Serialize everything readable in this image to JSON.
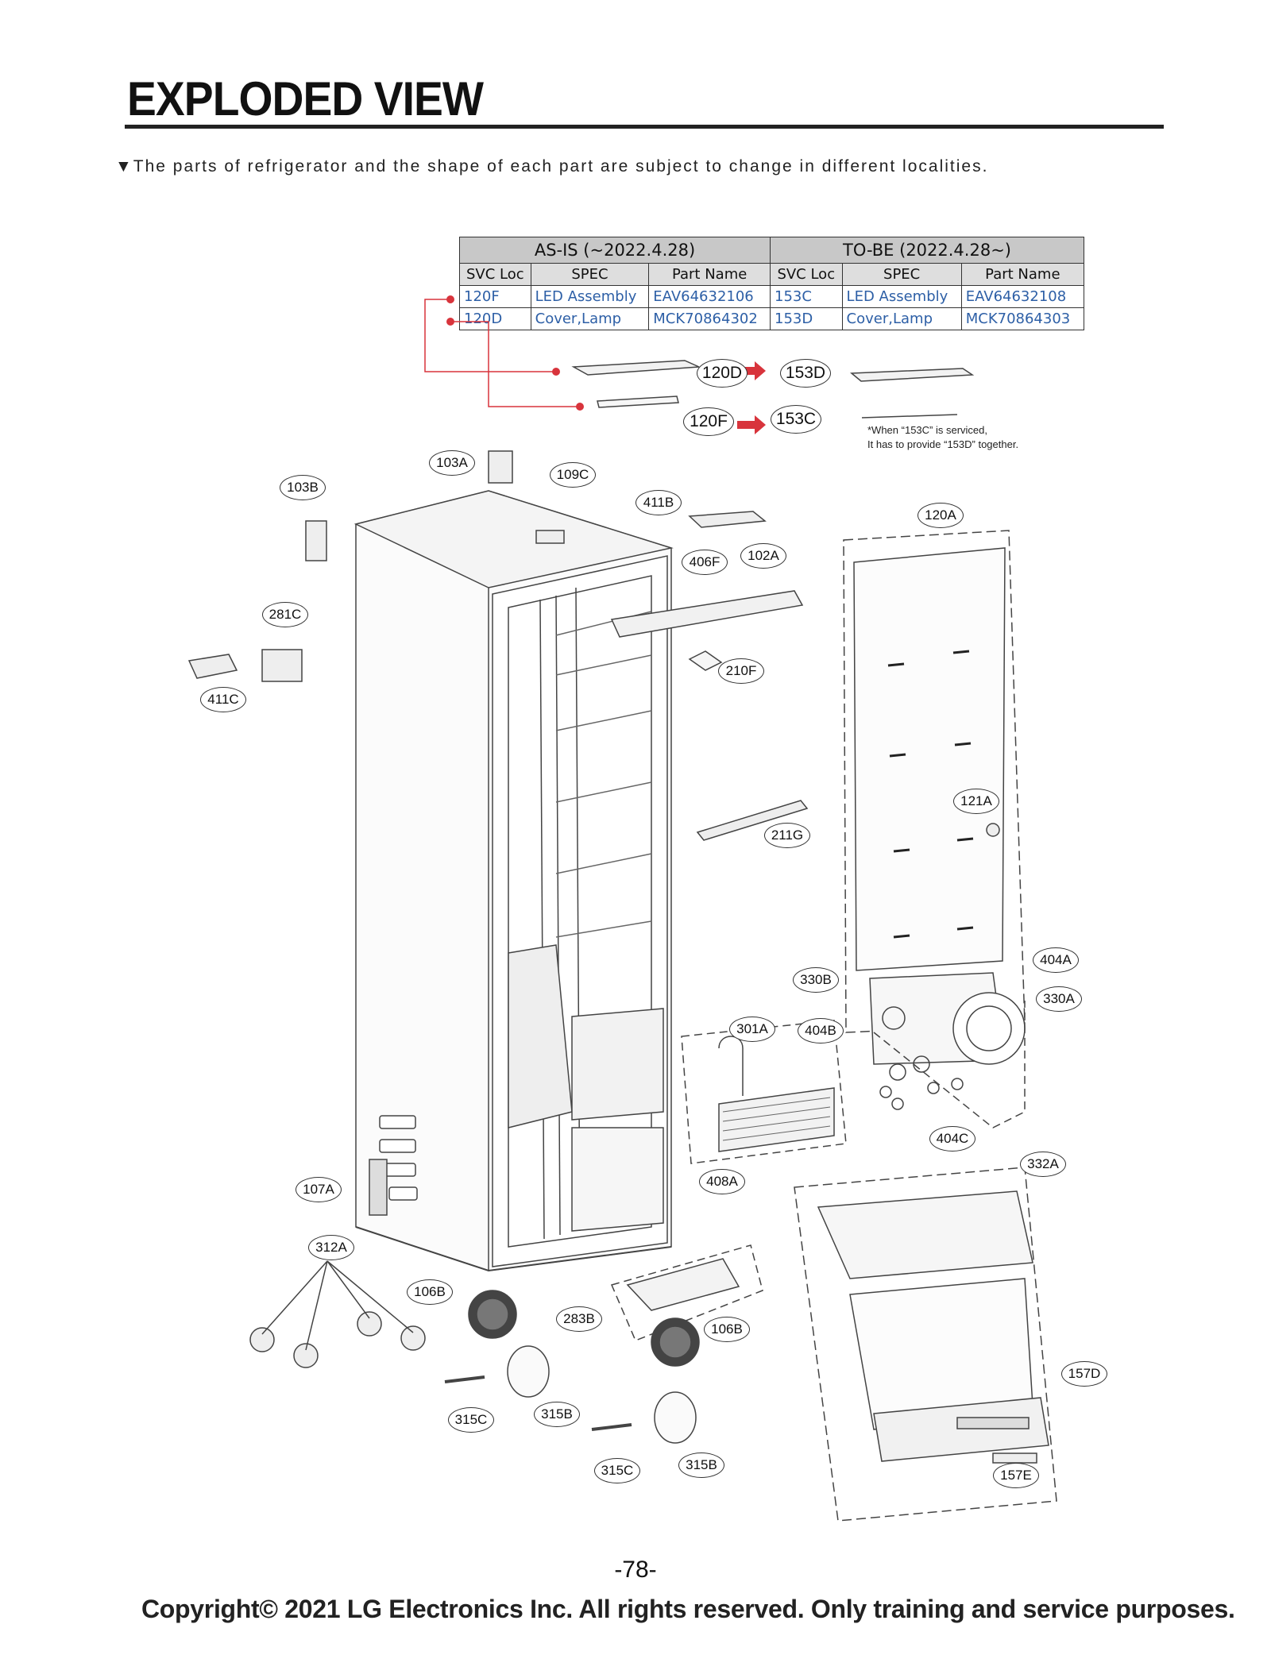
{
  "header": {
    "title": "EXPLODED VIEW",
    "note": "▼The parts of refrigerator and the shape of each part are subject to change in different localities."
  },
  "change_table": {
    "groups": [
      "AS-IS  (~2022.4.28)",
      "TO-BE (2022.4.28~)"
    ],
    "columns": [
      "SVC Loc",
      "SPEC",
      "Part Name",
      "SVC Loc",
      "SPEC",
      "Part Name"
    ],
    "rows": [
      [
        "120F",
        "LED Assembly",
        "EAV64632106",
        "153C",
        "LED Assembly",
        "EAV64632108"
      ],
      [
        "120D",
        "Cover,Lamp",
        "MCK70864302",
        "153D",
        "Cover,Lamp",
        "MCK70864303"
      ]
    ]
  },
  "service_note": {
    "line1": "*When “153C” is serviced,",
    "line2": "It has to provide “153D” together."
  },
  "callouts": {
    "c120D": "120D",
    "c153D": "153D",
    "c120F": "120F",
    "c153C": "153C",
    "c103A": "103A",
    "c103B": "103B",
    "c109C": "109C",
    "c411B": "411B",
    "c120A": "120A",
    "c406F": "406F",
    "c102A": "102A",
    "c281C": "281C",
    "c411C": "411C",
    "c210F": "210F",
    "c121A": "121A",
    "c211G": "211G",
    "c404A": "404A",
    "c330B": "330B",
    "c330A": "330A",
    "c301A": "301A",
    "c404B": "404B",
    "c404C": "404C",
    "c408A": "408A",
    "c332A": "332A",
    "c107A": "107A",
    "c312A": "312A",
    "c106B1": "106B",
    "c283B": "283B",
    "c106B2": "106B",
    "c157D": "157D",
    "c315C1": "315C",
    "c315B1": "315B",
    "c315C2": "315C",
    "c315B2": "315B",
    "c157E": "157E"
  },
  "footer": {
    "page_number": "-78-",
    "copyright": "Copyright© 2021 LG  Electronics Inc.  All rights reserved.  Only training and service purposes."
  },
  "colors": {
    "accent_red": "#d8343c",
    "table_blue": "#2d5fa6",
    "header_gray": "#c8c8c8"
  }
}
